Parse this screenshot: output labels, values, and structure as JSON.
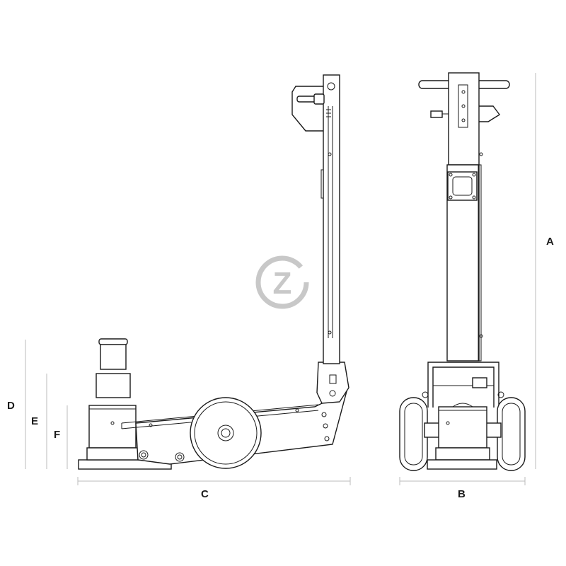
{
  "labels": {
    "A": "A",
    "B": "B",
    "C": "C",
    "D": "D",
    "E": "E",
    "F": "F"
  },
  "watermark": {
    "letter": "Z",
    "color": "#c8c8c8"
  },
  "colors": {
    "line": "#1a1a1a",
    "dimension": "#bbbbbb",
    "background": "#ffffff"
  }
}
